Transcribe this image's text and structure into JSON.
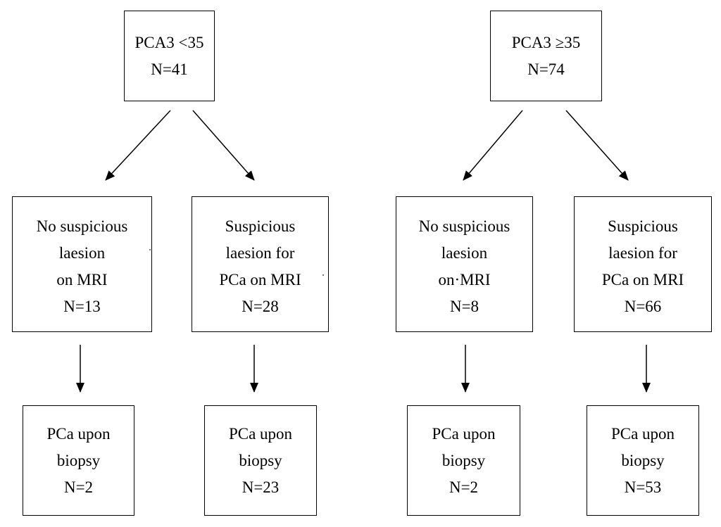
{
  "top": {
    "left": {
      "line1": "PCA3 <35",
      "line2": "N=41"
    },
    "right": {
      "line1": "PCA3 ≥35",
      "line2": "N=74"
    }
  },
  "middle": [
    {
      "line1": "No suspicious",
      "line2": "laesion",
      "line3": "on MRI",
      "line4": "N=13"
    },
    {
      "line1": "Suspicious",
      "line2": "laesion for",
      "line3": "PCa on MRI",
      "line4": "N=28"
    },
    {
      "line1": "No suspicious",
      "line2": "laesion",
      "line3": "on·MRI",
      "line4": "N=8"
    },
    {
      "line1": "Suspicious",
      "line2": "laesion for",
      "line3": "PCa on MRI",
      "line4": "N=66"
    }
  ],
  "bottom": [
    {
      "line1": "PCa upon",
      "line2": "biopsy",
      "line3": "N=2"
    },
    {
      "line1": "PCa upon",
      "line2": "biopsy",
      "line3": "N=23"
    },
    {
      "line1": "PCa upon",
      "line2": "biopsy",
      "line3": "N=2"
    },
    {
      "line1": "PCa upon",
      "line2": "biopsy",
      "line3": "N=53"
    }
  ]
}
